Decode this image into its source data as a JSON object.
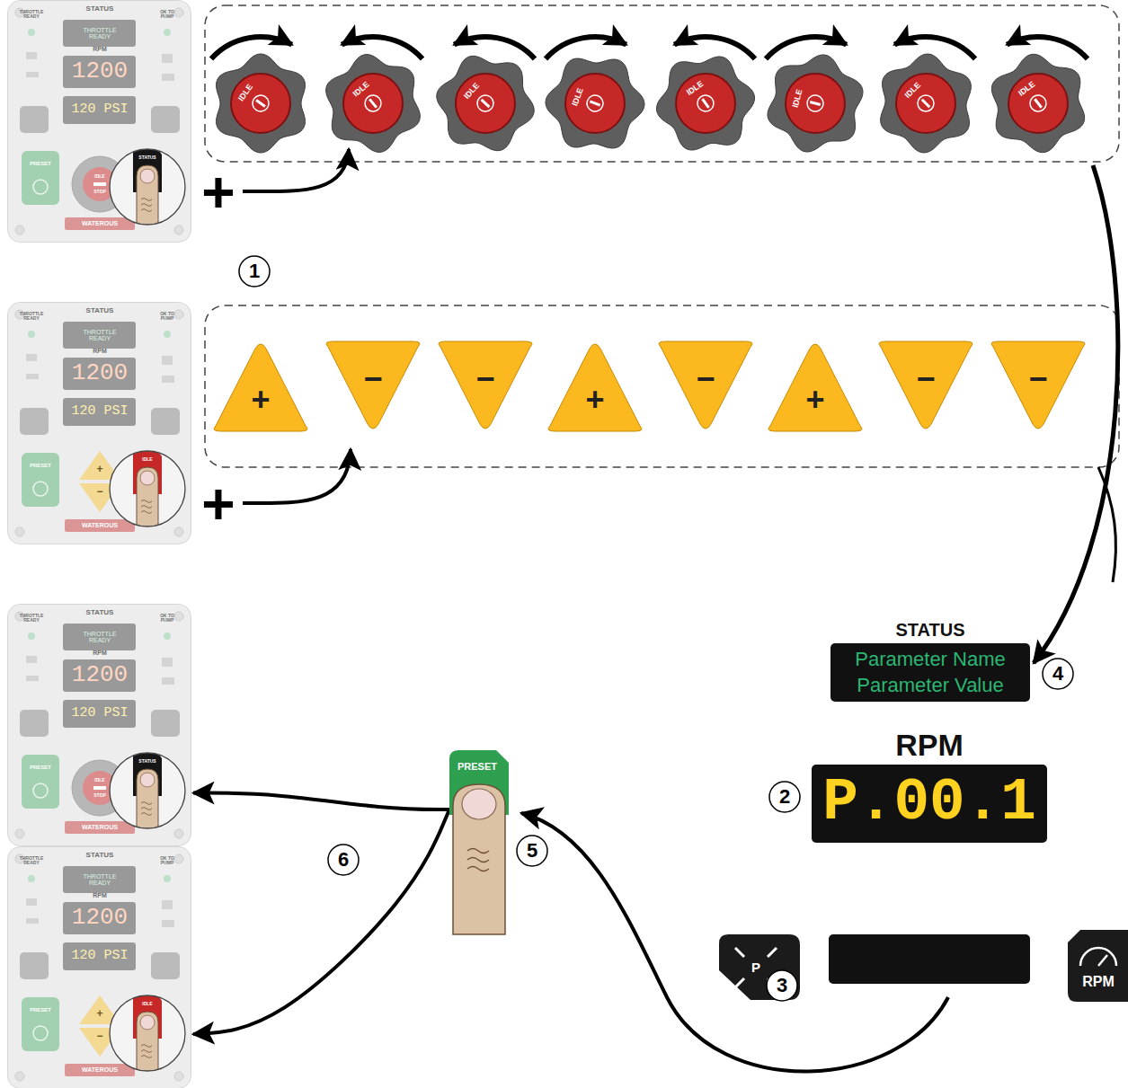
{
  "diagram": {
    "nodes": [
      {
        "text": [
          "STATUS",
          "THROTTLE READY",
          "THROTTLE READY",
          "OK TO PUMP",
          "RPM",
          "1200",
          "120 PSI",
          "PRESET",
          "IDLE",
          "STOP",
          "STATUS",
          "WATEROUS"
        ]
      },
      {
        "text": [
          "STATUS",
          "THROTTLE READY",
          "THROTTLE READY",
          "OK TO PUMP",
          "RPM",
          "1200",
          "120 PSI",
          "PRESET",
          "+",
          "−",
          "IDLE",
          "WATEROUS"
        ]
      },
      {
        "text": [
          "STATUS",
          "THROTTLE READY",
          "THROTTLE READY",
          "OK TO PUMP",
          "RPM",
          "1200",
          "120 PSI",
          "PRESET",
          "IDLE",
          "STOP",
          "STATUS",
          "WATEROUS"
        ]
      },
      {
        "text": [
          "STATUS",
          "THROTTLE READY",
          "THROTTLE READY",
          "OK TO PUMP",
          "RPM",
          "1200",
          "120 PSI",
          "PRESET",
          "+",
          "−",
          "IDLE",
          "WATEROUS"
        ]
      },
      {
        "text": [
          "STATUS",
          "Parameter Name",
          "Parameter Value"
        ]
      },
      {
        "text": [
          "RPM",
          "P.00.1"
        ]
      },
      {
        "text": [
          "PRESET"
        ]
      },
      {
        "text": [
          "RPM"
        ]
      }
    ],
    "edges": [
      {
        "from": 6,
        "to": 2,
        "arrow": "to"
      },
      {
        "from": 6,
        "to": 3,
        "arrow": "to"
      }
    ],
    "labels": [
      "1",
      "+",
      "+",
      "2",
      "3",
      "4",
      "5",
      "6",
      "IDLE",
      "IDLE",
      "IDLE",
      "IDLE",
      "IDLE",
      "IDLE",
      "IDLE",
      "IDLE",
      "+",
      "−",
      "−",
      "+",
      "−",
      "+",
      "−",
      "−",
      "P"
    ]
  }
}
